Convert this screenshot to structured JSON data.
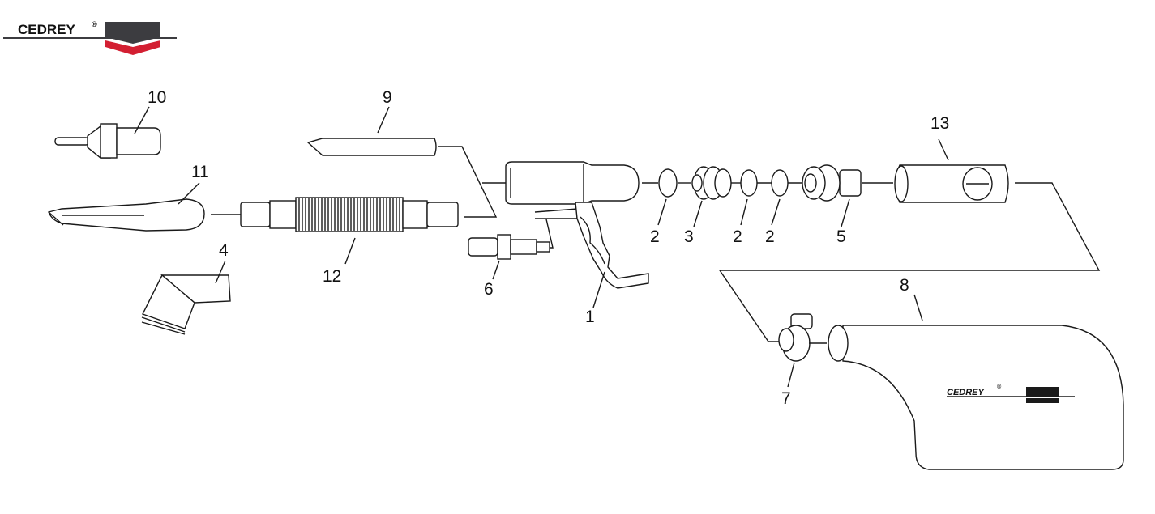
{
  "brand": {
    "name": "CEDREY",
    "mark": "®",
    "colors": {
      "primary": "#3c3c40",
      "accent": "#d31f32"
    }
  },
  "callouts": [
    {
      "id": "1",
      "text": "1"
    },
    {
      "id": "2a",
      "text": "2"
    },
    {
      "id": "3",
      "text": "3"
    },
    {
      "id": "2b",
      "text": "2"
    },
    {
      "id": "2c",
      "text": "2"
    },
    {
      "id": "5",
      "text": "5"
    },
    {
      "id": "13",
      "text": "13"
    },
    {
      "id": "8",
      "text": "8"
    },
    {
      "id": "7",
      "text": "7"
    },
    {
      "id": "6",
      "text": "6"
    },
    {
      "id": "9",
      "text": "9"
    },
    {
      "id": "10",
      "text": "10"
    },
    {
      "id": "11",
      "text": "11"
    },
    {
      "id": "12",
      "text": "12"
    },
    {
      "id": "4",
      "text": "4"
    }
  ]
}
